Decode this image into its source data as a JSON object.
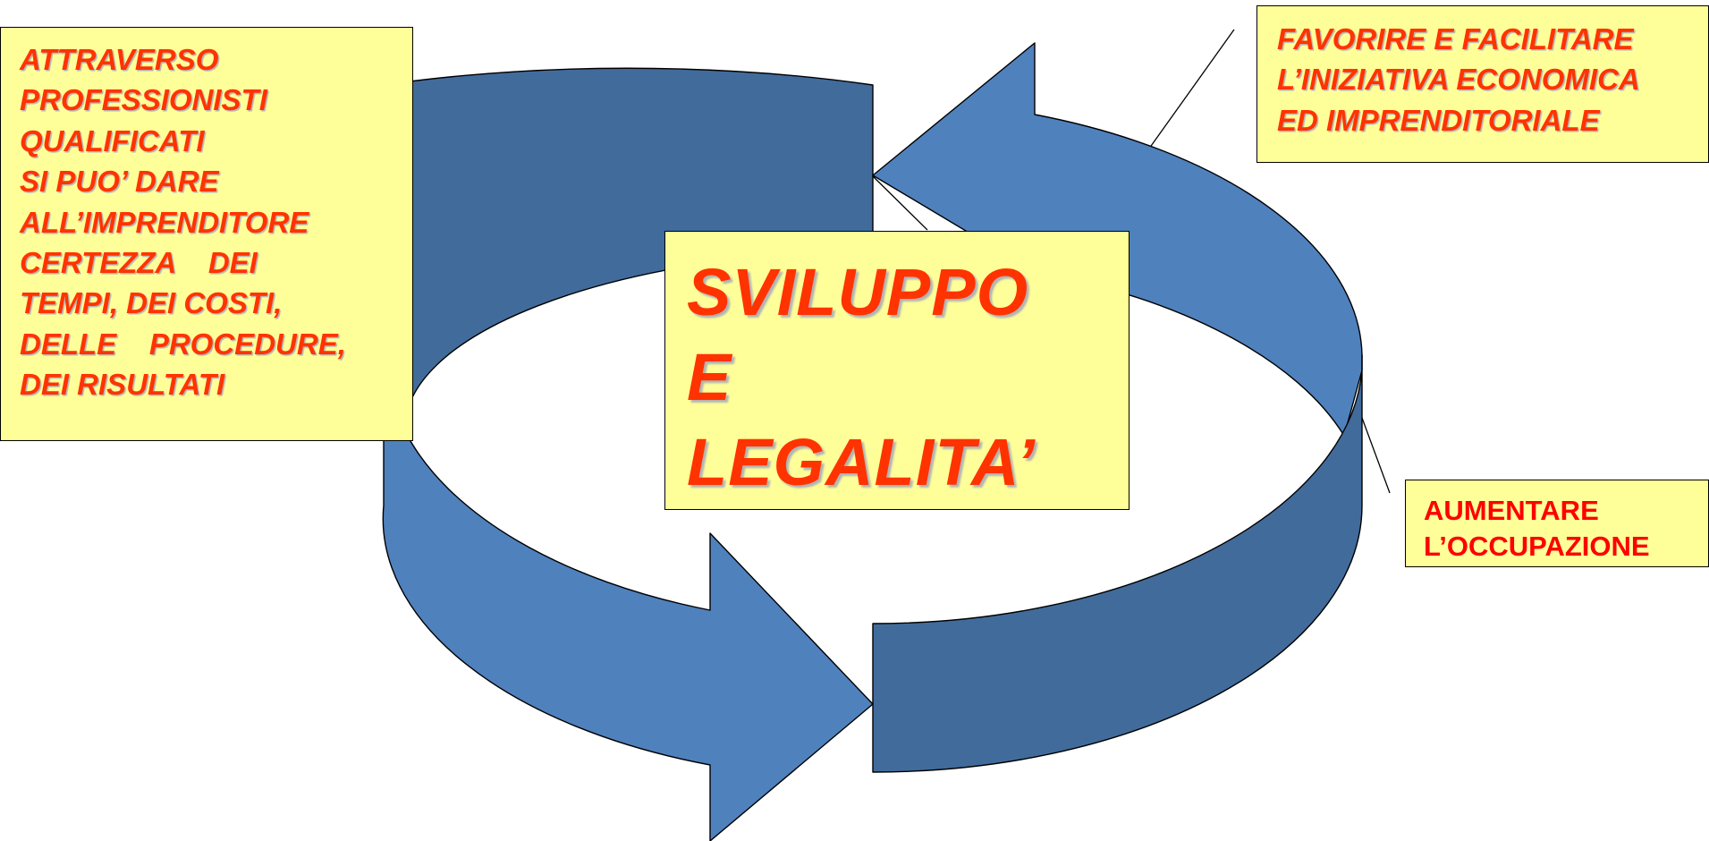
{
  "colors": {
    "arrow_light": "#4f81bd",
    "arrow_dark": "#416b9b",
    "box_fill": "#ffff99",
    "text_orange_red": "#ff3300",
    "text_red": "#ff0000",
    "outline": "#000000"
  },
  "notes": {
    "left": {
      "lines": [
        "ATTRAVERSO",
        "PROFESSIONISTI",
        "QUALIFICATI",
        "SI PUO’ DARE",
        "ALL’IMPRENDITORE",
        "CERTEZZA    DEI",
        "TEMPI, DEI COSTI,",
        "DELLE    PROCEDURE,",
        "DEI RISULTATI"
      ]
    },
    "top_right": {
      "lines": [
        "FAVORIRE E FACILITARE",
        "L’INIZIATIVA ECONOMICA",
        "ED IMPRENDITORIALE"
      ]
    },
    "bottom_right": {
      "lines": [
        "AUMENTARE",
        "L’OCCUPAZIONE"
      ]
    }
  },
  "center": {
    "lines": [
      "SVILUPPO",
      "E",
      "LEGALITA’"
    ]
  }
}
